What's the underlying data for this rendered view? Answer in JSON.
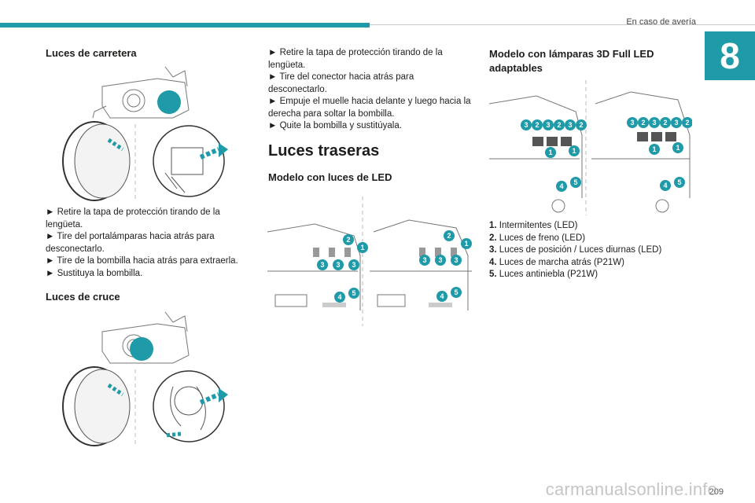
{
  "header": {
    "section_title": "En caso de avería",
    "chapter": "8",
    "page_number": "209"
  },
  "watermark": "carmanualsonline.info",
  "col1": {
    "heading_high": "Luces de carretera",
    "steps_high": [
      "Retire la tapa de protección tirando de la lengüeta.",
      "Tire del portalámparas hacia atrás para desconectarlo.",
      "Tire de la bombilla hacia atrás para extraerla.",
      "Sustituya la bombilla."
    ],
    "heading_low": "Luces de cruce"
  },
  "col2": {
    "steps": [
      "Retire la tapa de protección tirando de la lengüeta.",
      "Tire del conector hacia atrás para desconectarlo.",
      "Empuje el muelle hacia delante y luego hacia la derecha para soltar la bombilla.",
      "Quite la bombilla y sustitúyala."
    ],
    "heading_rear": "Luces traseras",
    "heading_led": "Modelo con luces de LED"
  },
  "col3": {
    "heading_3d": "Modelo con lámparas 3D Full LED adaptables",
    "legend": [
      {
        "num": "1.",
        "text": "Intermitentes (LED)"
      },
      {
        "num": "2.",
        "text": "Luces de freno (LED)"
      },
      {
        "num": "3.",
        "text": "Luces de posición / Luces diurnas (LED)"
      },
      {
        "num": "4.",
        "text": "Luces de marcha atrás (P21W)"
      },
      {
        "num": "5.",
        "text": "Luces antiniebla (P21W)"
      }
    ]
  },
  "bullet": "►",
  "callouts": {
    "n1": "1",
    "n2": "2",
    "n3": "3",
    "n4": "4",
    "n5": "5"
  },
  "colors": {
    "accent": "#1f9aa8",
    "text": "#1d1d1b"
  }
}
